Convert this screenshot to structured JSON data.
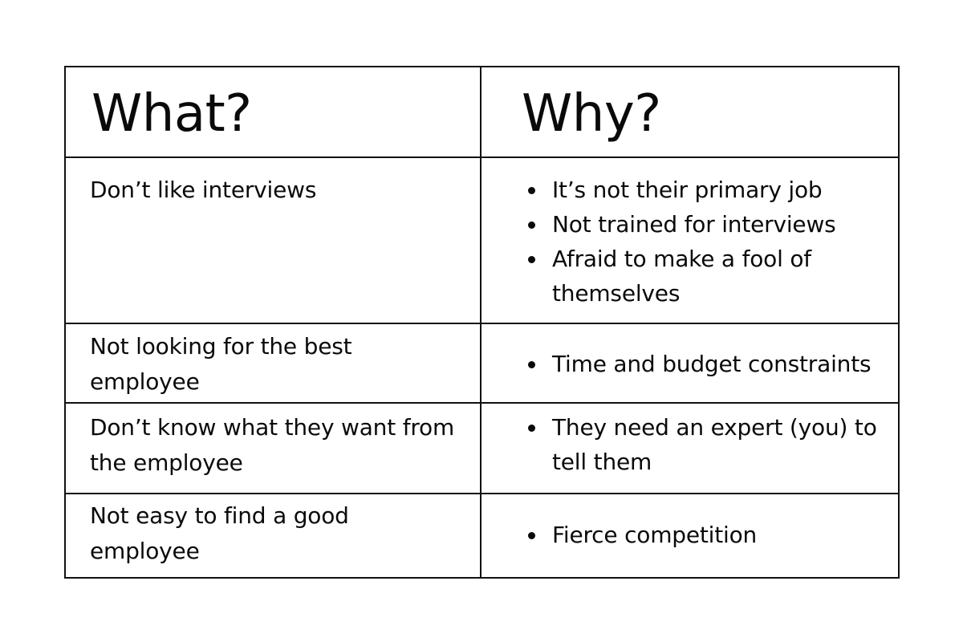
{
  "table": {
    "header": {
      "what": "What?",
      "why": "Why?"
    },
    "rows": [
      {
        "what": "Don’t like interviews",
        "why": [
          "It’s not their primary job",
          "Not trained for interviews",
          "Afraid to make a fool of themselves"
        ]
      },
      {
        "what": "Not looking for the best employee",
        "why": [
          "Time and budget constraints"
        ]
      },
      {
        "what": "Don’t know what they want from the employee",
        "why": [
          "They need an expert (you) to tell them"
        ]
      },
      {
        "what": "Not easy to find a good employee",
        "why": [
          "Fierce competition"
        ]
      }
    ]
  },
  "colors": {
    "border": "#111111",
    "text": "#0a0a0a",
    "background": "#ffffff"
  }
}
